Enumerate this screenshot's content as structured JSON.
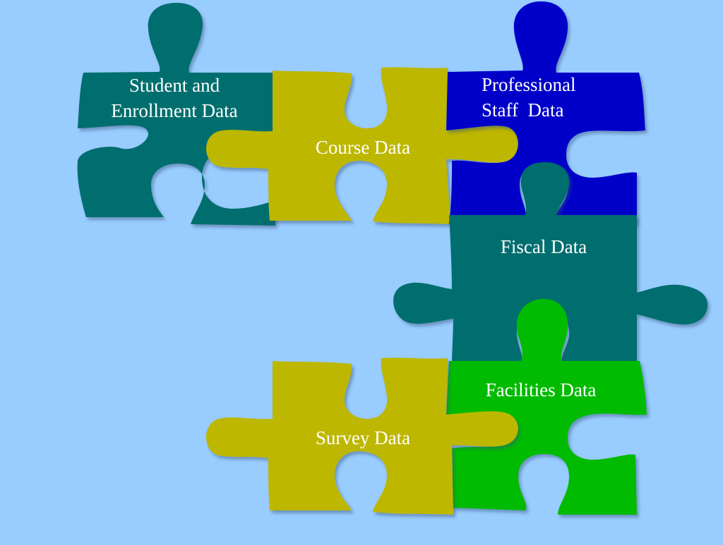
{
  "colors": {
    "background": "#99ccff",
    "teal": "#006e6e",
    "olive": "#bdb700",
    "blue": "#0000c8",
    "green": "#00bb00",
    "text": "#ffffff"
  },
  "pieces": {
    "student": {
      "label": "Student and\nEnrollment Data",
      "color": "teal"
    },
    "course": {
      "label": "Course Data",
      "color": "olive"
    },
    "professional": {
      "label": "Professional\nStaff  Data",
      "color": "blue"
    },
    "fiscal": {
      "label": "Fiscal Data",
      "color": "teal"
    },
    "facilities": {
      "label": "Facilities Data",
      "color": "green"
    },
    "survey": {
      "label": "Survey Data",
      "color": "olive"
    }
  }
}
